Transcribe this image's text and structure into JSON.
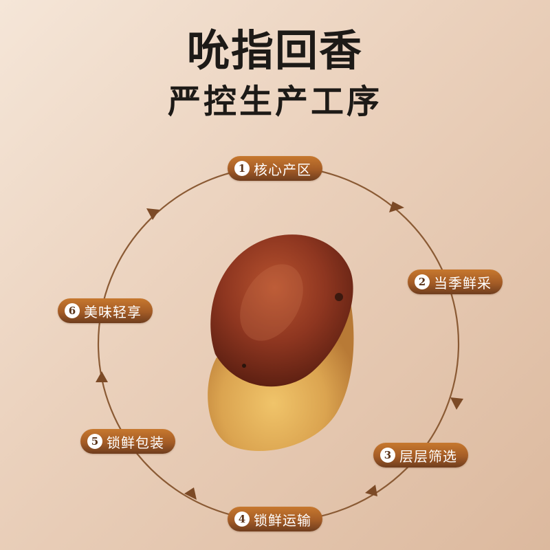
{
  "header": {
    "title": "吮指回香",
    "subtitle": "严控生产工序"
  },
  "process": {
    "steps": [
      {
        "num": "1",
        "label": "核心产区"
      },
      {
        "num": "2",
        "label": "当季鲜采"
      },
      {
        "num": "3",
        "label": "层层筛选"
      },
      {
        "num": "4",
        "label": "锁鲜运输"
      },
      {
        "num": "5",
        "label": "锁鲜包装"
      },
      {
        "num": "6",
        "label": "美味轻享"
      }
    ]
  },
  "product_image": "fried-broad-bean",
  "colors": {
    "ring": "#8a5a34",
    "arrow": "#7c4a26",
    "pill_top": "#c7782e",
    "pill_bottom": "#6f3d1e",
    "title": "#1d1a17"
  }
}
